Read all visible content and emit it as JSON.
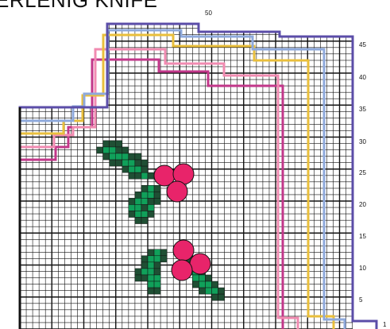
{
  "header": {
    "title": "ERLENIG KNIFE"
  },
  "chart": {
    "number_labels": [
      "1",
      "5",
      "10",
      "15",
      "20",
      "25",
      "30",
      "35",
      "40",
      "45",
      "50"
    ]
  },
  "colors": {
    "purple": "#5b4da8",
    "blue": "#8ea9dc",
    "yellow": "#e9bf3c",
    "pink": "#f18bb1",
    "magenta": "#c2378a",
    "dark_green": "#1f4f34",
    "green": "#10a05a",
    "berry": "#e8246a"
  }
}
